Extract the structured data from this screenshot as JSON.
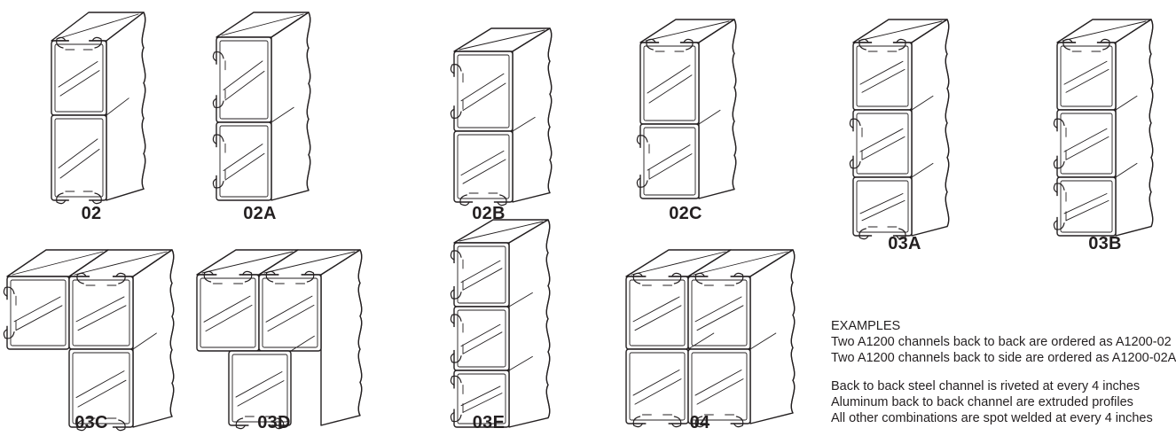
{
  "profiles": [
    {
      "id": "02",
      "label": "02"
    },
    {
      "id": "02A",
      "label": "02A"
    },
    {
      "id": "02B",
      "label": "02B"
    },
    {
      "id": "02C",
      "label": "02C"
    },
    {
      "id": "03A",
      "label": "03A"
    },
    {
      "id": "03B",
      "label": "03B"
    },
    {
      "id": "03C",
      "label": "03C"
    },
    {
      "id": "03D",
      "label": "03D"
    },
    {
      "id": "03E",
      "label": "03E"
    },
    {
      "id": "04",
      "label": "04"
    }
  ],
  "notes": {
    "heading": "EXAMPLES",
    "line1": "Two A1200 channels back to back are ordered as A1200-02",
    "line2": "Two A1200 channels back to side are ordered as A1200-02A",
    "line3": "Back to back steel channel is riveted at every 4 inches",
    "line4": "Aluminum back to back channel are extruded profiles",
    "line5": "All other combinations are spot welded at every 4 inches"
  }
}
